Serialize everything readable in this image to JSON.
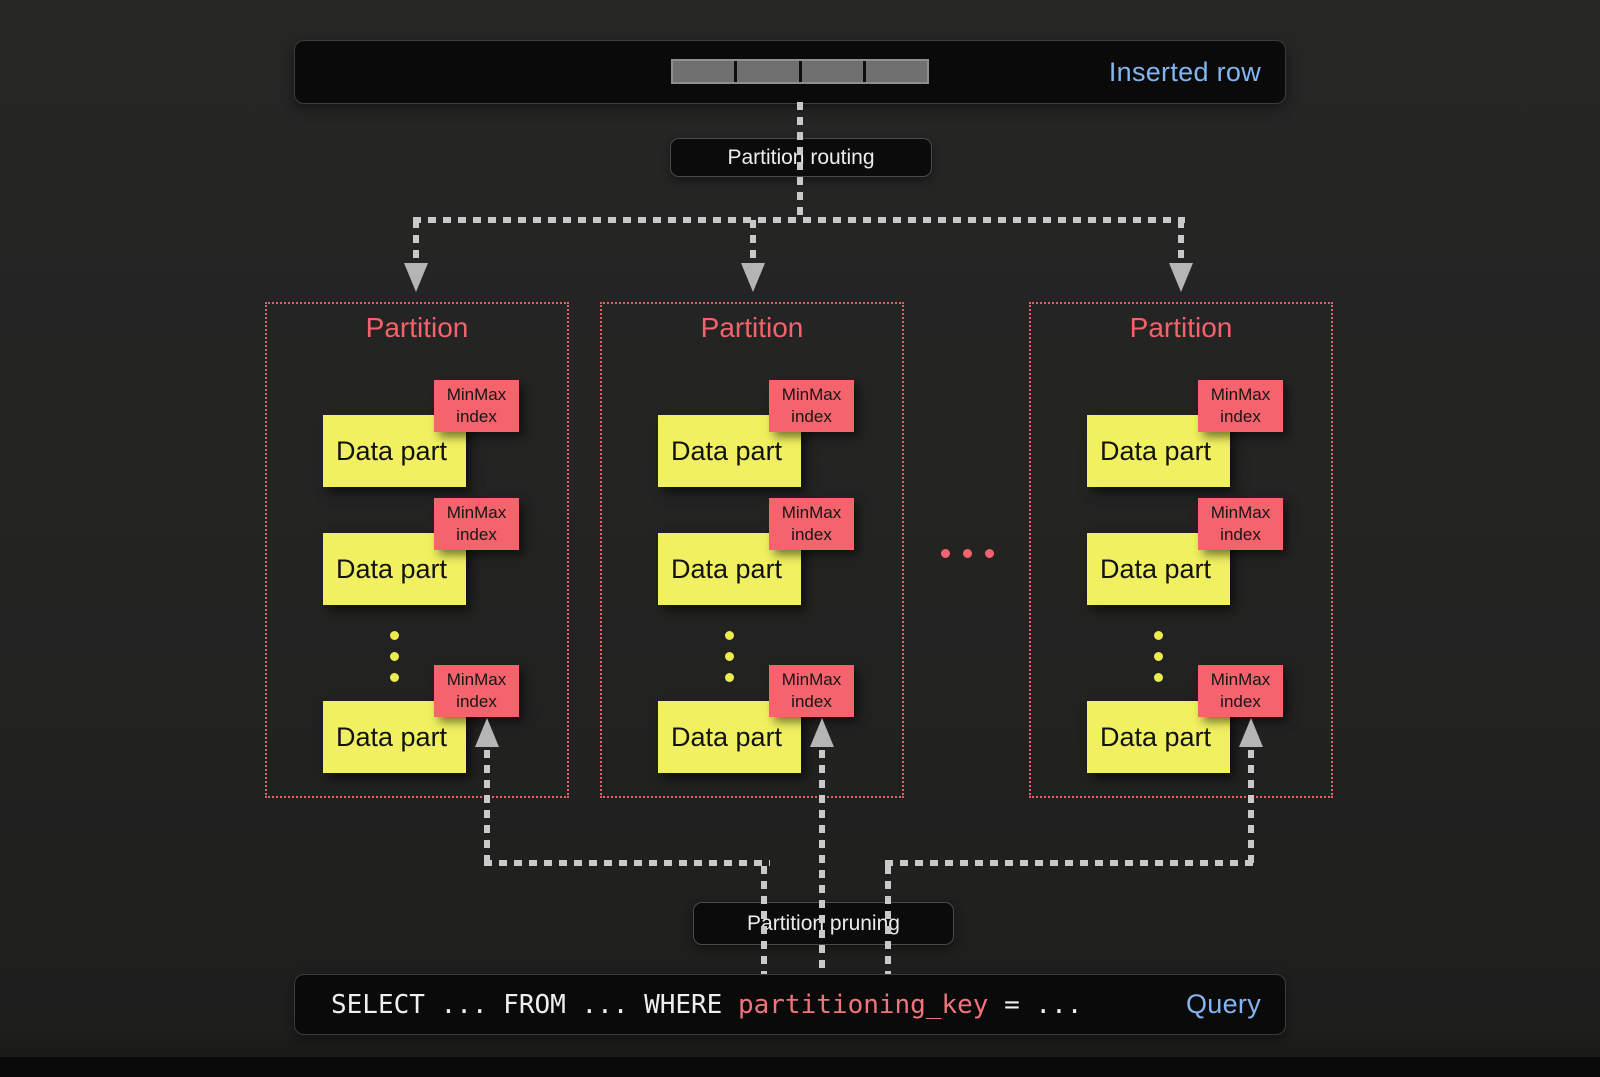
{
  "diagram_title": "Partition routing and partition pruning",
  "colors": {
    "background": "#232322",
    "box_fill": "#0a0a0a",
    "blue_label": "#84b5f2",
    "partition_border": "#e4606a",
    "partition_title": "#f5626d",
    "data_part_fill": "#f0f060",
    "minmax_fill": "#f5636d",
    "connector_gray": "#c9c9c9",
    "arrowhead_gray": "#b5b5b5",
    "query_key_red": "#f2737c",
    "ellipsis_red": "#f2636e",
    "vertical_dots_yellow": "#ecec4f",
    "rowbar_segment_gray": "#6f6f6f"
  },
  "inserted_row": {
    "label": "Inserted row",
    "segments": 4
  },
  "routing": {
    "label": "Partition routing"
  },
  "pruning": {
    "label": "Partition pruning"
  },
  "partitions": [
    {
      "title": "Partition",
      "parts": [
        {
          "label": "Data part",
          "index_line1": "MinMax",
          "index_line2": "index"
        },
        {
          "label": "Data part",
          "index_line1": "MinMax",
          "index_line2": "index"
        },
        {
          "label": "Data part",
          "index_line1": "MinMax",
          "index_line2": "index"
        }
      ]
    },
    {
      "title": "Partition",
      "parts": [
        {
          "label": "Data part",
          "index_line1": "MinMax",
          "index_line2": "index"
        },
        {
          "label": "Data part",
          "index_line1": "MinMax",
          "index_line2": "index"
        },
        {
          "label": "Data part",
          "index_line1": "MinMax",
          "index_line2": "index"
        }
      ]
    },
    {
      "title": "Partition",
      "parts": [
        {
          "label": "Data part",
          "index_line1": "MinMax",
          "index_line2": "index"
        },
        {
          "label": "Data part",
          "index_line1": "MinMax",
          "index_line2": "index"
        },
        {
          "label": "Data part",
          "index_line1": "MinMax",
          "index_line2": "index"
        }
      ]
    }
  ],
  "query": {
    "prefix": "SELECT ... FROM ... WHERE ",
    "key": "partitioning_key",
    "suffix": " = ...",
    "label": "Query"
  }
}
